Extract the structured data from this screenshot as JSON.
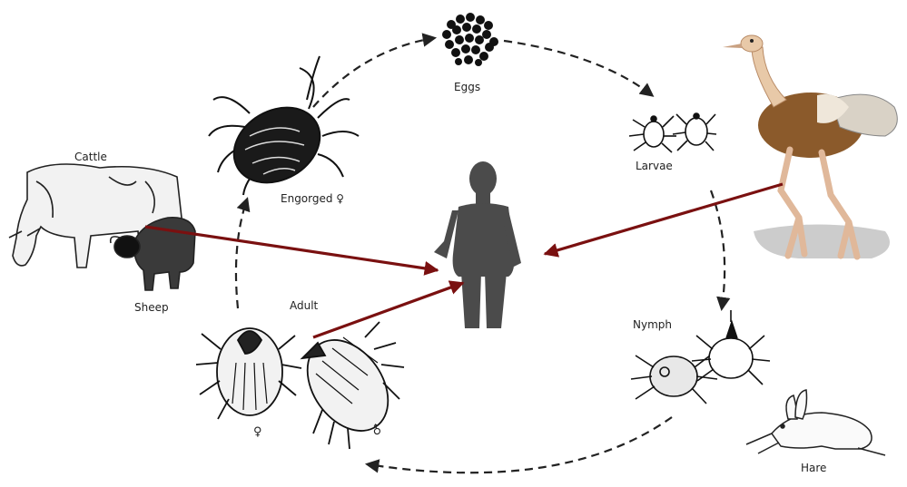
{
  "labels": {
    "eggs": "Eggs",
    "larvae": "Larvae",
    "nymph": "Nymph",
    "adult": "Adult",
    "engorged_female": "Engorged ♀",
    "cattle": "Cattle",
    "sheep": "Sheep",
    "hare": "Hare",
    "female_symbol": "♀",
    "male_symbol": "♂"
  },
  "colors": {
    "transmission_arrow": "#7a1010",
    "cycle_line": "#222222",
    "human_silhouette": "#4b4b4b",
    "ostrich_body": "#8b5a2b",
    "ostrich_neck": "#e8c9a8"
  },
  "icons": {
    "human": "human-silhouette",
    "ostrich": "ostrich-illustration",
    "cattle": "cattle-sketch",
    "sheep": "sheep-sketch",
    "hare": "hare-sketch",
    "eggs": "tick-eggs-cluster",
    "larvae": "tick-larvae",
    "nymph": "tick-nymph",
    "adult": "tick-adult-pair",
    "engorged": "engorged-tick"
  }
}
